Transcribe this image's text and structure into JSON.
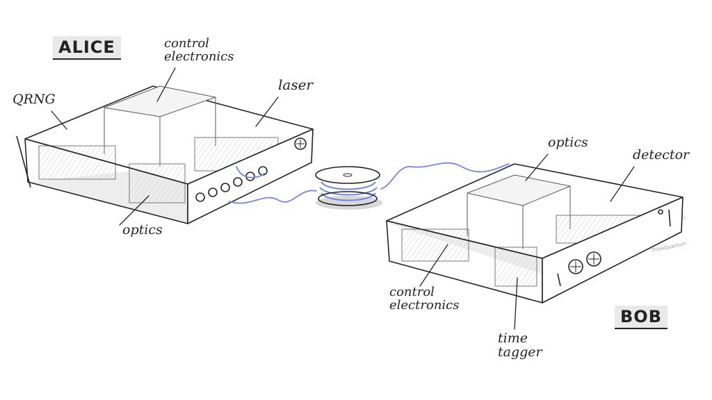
{
  "parties": {
    "alice": "ALICE",
    "bob": "BOB"
  },
  "alice_components": {
    "control_electronics": [
      "control",
      "electronics"
    ],
    "qrng": "QRNG",
    "laser": "laser",
    "optics": "optics"
  },
  "bob_components": {
    "optics": "optics",
    "detector": "detector",
    "control_electronics": [
      "control",
      "electronics"
    ],
    "time_tagger": [
      "time",
      "tagger"
    ]
  },
  "watermark": "ThinkQuantum",
  "colors": {
    "ink": "#222222",
    "fiber": "#6f86e8",
    "shadow": "#dcdcdc",
    "label_bg": "#e9e9e9"
  }
}
